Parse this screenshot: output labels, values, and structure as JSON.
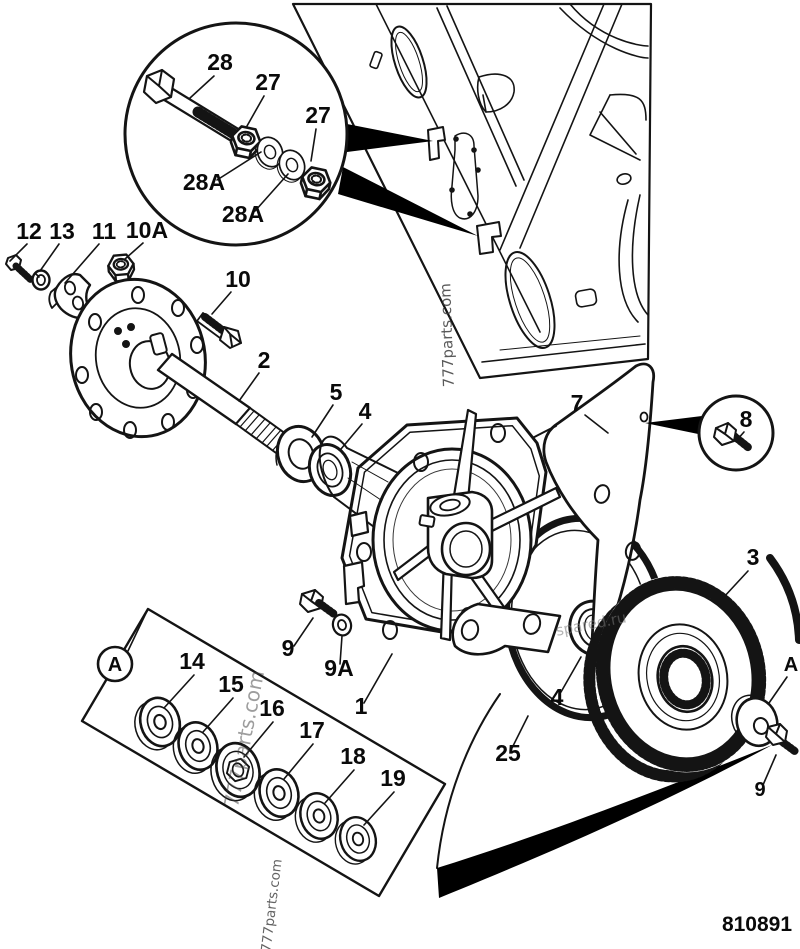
{
  "part_number": "810891",
  "watermarks": [
    {
      "text": "777parts.com"
    },
    {
      "text": "777parts.com"
    },
    {
      "text": "777parts.com"
    },
    {
      "text": "spared.ru"
    }
  ],
  "callouts": [
    {
      "text": "28"
    },
    {
      "text": "27"
    },
    {
      "text": "27"
    },
    {
      "text": "28A"
    },
    {
      "text": "28A"
    },
    {
      "text": "12"
    },
    {
      "text": "13"
    },
    {
      "text": "11"
    },
    {
      "text": "10A"
    },
    {
      "text": "10"
    },
    {
      "text": "2"
    },
    {
      "text": "5"
    },
    {
      "text": "4"
    },
    {
      "text": "7"
    },
    {
      "text": "8"
    },
    {
      "text": "3"
    },
    {
      "text": "9"
    },
    {
      "text": "9A"
    },
    {
      "text": "1"
    },
    {
      "text": "25"
    },
    {
      "text": "4"
    },
    {
      "text": "A"
    },
    {
      "text": "9"
    },
    {
      "text": "A"
    },
    {
      "text": "14"
    },
    {
      "text": "15"
    },
    {
      "text": "16"
    },
    {
      "text": "17"
    },
    {
      "text": "18"
    },
    {
      "text": "19"
    }
  ]
}
